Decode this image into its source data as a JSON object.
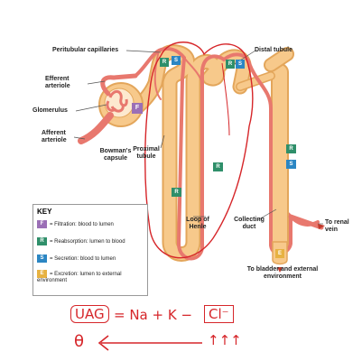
{
  "labels": {
    "peritubular": "Peritubular capillaries",
    "distal": "Distal tubule",
    "efferent": "Efferent arteriole",
    "glomerulus": "Glomerulus",
    "afferent": "Afferent arteriole",
    "bowman": "Bowman's capsule",
    "proximal": "Proximal tubule",
    "loop": "Loop of Henle",
    "collecting": "Collecting duct",
    "renal_vein": "To renal vein",
    "bladder": "To bladder and external environment"
  },
  "badges": {
    "F": "F",
    "R": "R",
    "S": "S",
    "E": "E"
  },
  "key": {
    "title": "KEY",
    "items": [
      {
        "letter": "F",
        "text": "= Filtration: blood to lumen",
        "color": "#9b6fb6"
      },
      {
        "letter": "R",
        "text": "= Reabsorption: lumen to blood",
        "color": "#2f8f6a"
      },
      {
        "letter": "S",
        "text": "= Secretion: blood to lumen",
        "color": "#2b86c3"
      },
      {
        "letter": "E",
        "text": "= Excretion: lumen to external environment",
        "color": "#e7b242"
      }
    ]
  },
  "handwriting": {
    "line1_uag": "UAG",
    "line1_rest": "= Na + K −",
    "line1_cl": "Cl⁻",
    "line2_theta": "θ",
    "line2_arrows": "↑↑↑"
  },
  "colors": {
    "tubule": "#f7c98b",
    "tubule_edge": "#e3a65b",
    "vessel": "#e8786e",
    "ink": "#d6262a"
  }
}
